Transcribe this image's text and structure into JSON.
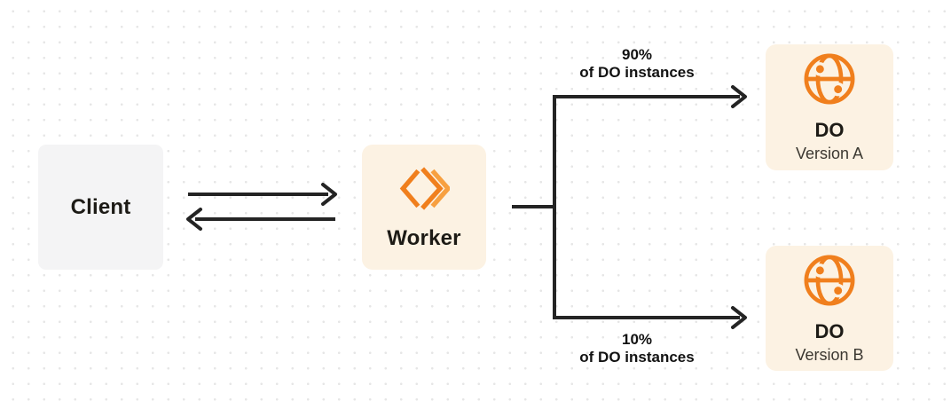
{
  "nodes": {
    "client": {
      "label": "Client"
    },
    "worker": {
      "label": "Worker"
    },
    "do_a": {
      "title": "DO",
      "subtitle": "Version A"
    },
    "do_b": {
      "title": "DO",
      "subtitle": "Version B"
    }
  },
  "branches": {
    "top": {
      "line1": "90%",
      "line2": "of DO instances"
    },
    "bottom": {
      "line1": "10%",
      "line2": "of DO instances"
    }
  },
  "icons": {
    "worker": "workers-logo-icon",
    "do": "globe-icon"
  },
  "colors": {
    "orange": "#f07f1d",
    "orange_light": "#f7a041",
    "cream": "#fcf2e3",
    "gray_box": "#f4f4f5",
    "line": "#242424",
    "text": "#1d1b16",
    "subtext": "#3b3831",
    "dot": "#e6e6e6"
  }
}
